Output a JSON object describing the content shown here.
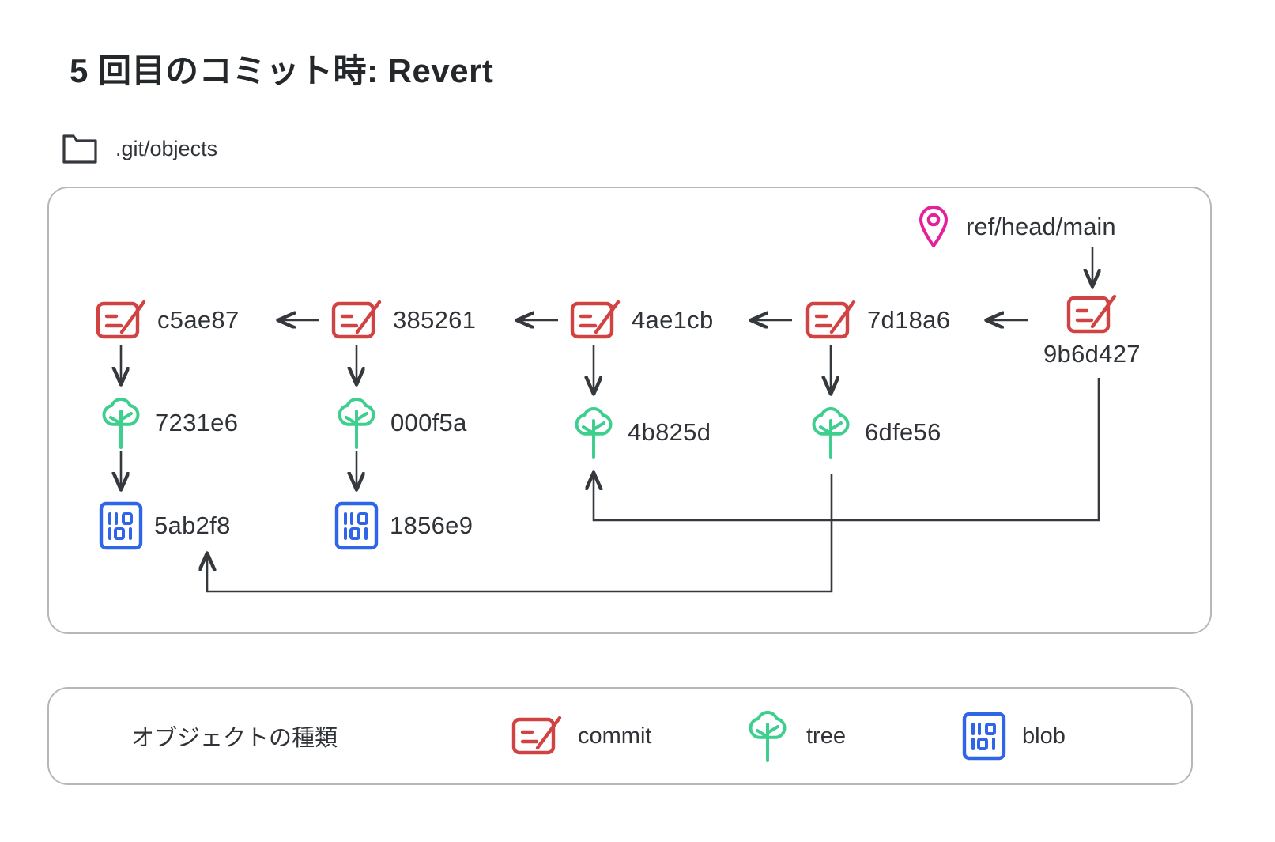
{
  "title": "5 回目のコミット時: Revert",
  "folder": {
    "icon": "folder-icon",
    "label": ".git/objects"
  },
  "ref": {
    "icon": "map-pin-icon",
    "label": "ref/head/main"
  },
  "colors": {
    "commit": "#d14343",
    "tree": "#3ecf8e",
    "blob": "#2f66e8",
    "ref_pin": "#e5209b",
    "arrow": "#35383c",
    "panel_border": "#b4b7bb",
    "text": "#2f3337"
  },
  "objects": {
    "commits": [
      {
        "hash": "c5ae87",
        "type": "commit"
      },
      {
        "hash": "385261",
        "type": "commit"
      },
      {
        "hash": "4ae1cb",
        "type": "commit"
      },
      {
        "hash": "7d18a6",
        "type": "commit"
      },
      {
        "hash": "9b6d427",
        "type": "commit"
      }
    ],
    "trees": [
      {
        "hash": "7231e6",
        "type": "tree"
      },
      {
        "hash": "000f5a",
        "type": "tree"
      },
      {
        "hash": "4b825d",
        "type": "tree"
      },
      {
        "hash": "6dfe56",
        "type": "tree"
      }
    ],
    "blobs": [
      {
        "hash": "5ab2f8",
        "type": "blob"
      },
      {
        "hash": "1856e9",
        "type": "blob"
      }
    ]
  },
  "legend": {
    "title": "オブジェクトの種類",
    "items": [
      {
        "icon": "commit-icon",
        "label": "commit"
      },
      {
        "icon": "tree-icon",
        "label": "tree"
      },
      {
        "icon": "blob-icon",
        "label": "blob"
      }
    ]
  }
}
